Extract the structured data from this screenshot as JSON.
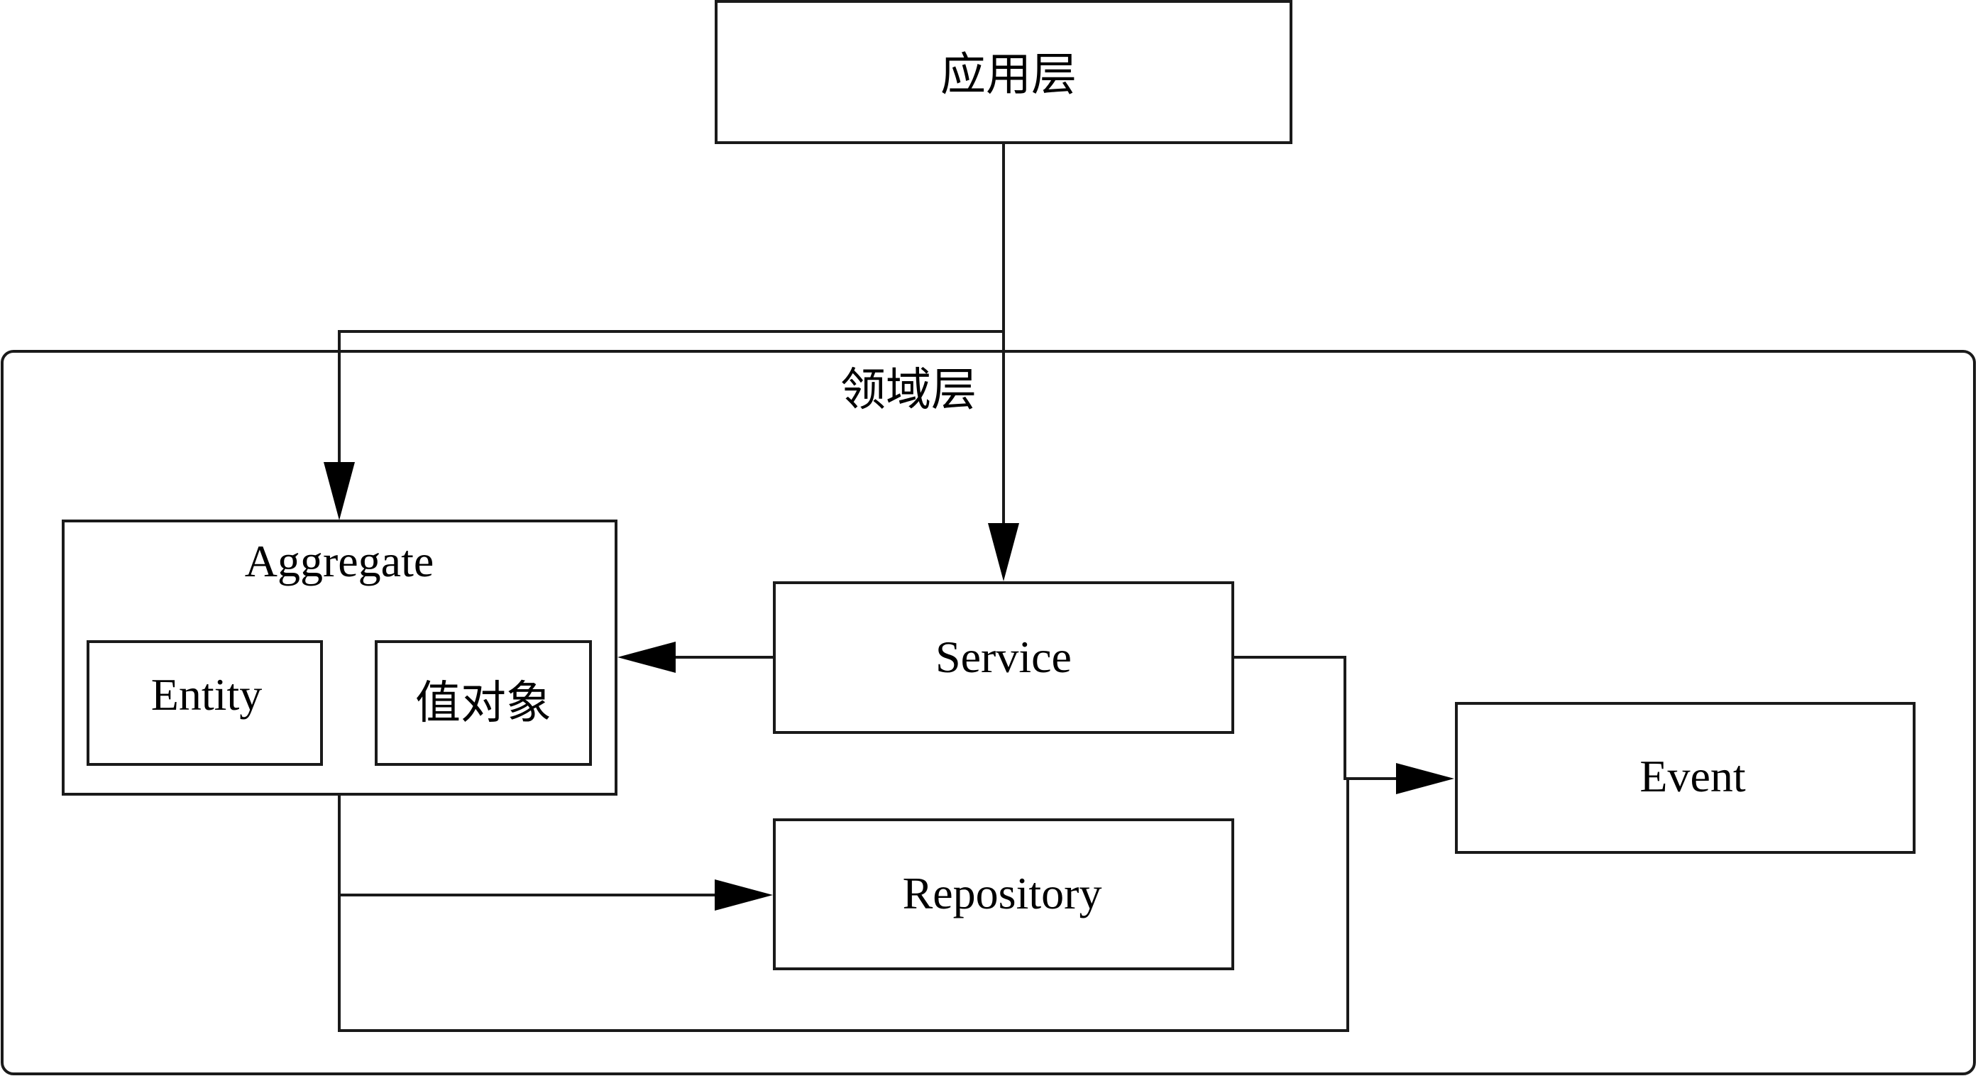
{
  "nodes": {
    "application_layer": "应用层",
    "domain_layer": "领域层",
    "aggregate": "Aggregate",
    "entity": "Entity",
    "value_object": "值对象",
    "service": "Service",
    "repository": "Repository",
    "event": "Event"
  },
  "edges": [
    {
      "from": "应用层",
      "to": "Aggregate"
    },
    {
      "from": "应用层",
      "to": "Service"
    },
    {
      "from": "Service",
      "to": "Aggregate"
    },
    {
      "from": "Service",
      "to": "Event"
    },
    {
      "from": "Aggregate",
      "to": "Repository"
    },
    {
      "from": "Aggregate",
      "to": "Event"
    }
  ],
  "colors": {
    "stroke": "#1a1a1a",
    "arrowhead": "#000000",
    "background": "#ffffff"
  }
}
